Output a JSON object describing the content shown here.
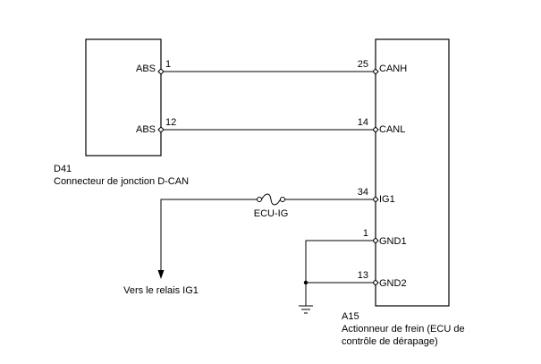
{
  "connector_d41": {
    "code": "D41",
    "name": "Connecteur de jonction D-CAN",
    "pins": [
      {
        "label": "ABS",
        "number": "1"
      },
      {
        "label": "ABS",
        "number": "12"
      }
    ]
  },
  "actuator_a15": {
    "code": "A15",
    "name_line1": "Actionneur de frein (ECU de",
    "name_line2": "contrôle de dérapage)",
    "pins": [
      {
        "label": "CANH",
        "number": "25"
      },
      {
        "label": "CANL",
        "number": "14"
      },
      {
        "label": "IG1",
        "number": "34"
      },
      {
        "label": "GND1",
        "number": "1"
      },
      {
        "label": "GND2",
        "number": "13"
      }
    ]
  },
  "fuse": {
    "label": "ECU-IG"
  },
  "relay": {
    "label": "Vers le relais IG1"
  },
  "colors": {
    "line": "#000000",
    "background": "#ffffff"
  },
  "icons": [
    "ground-symbol-icon",
    "fuse-icon",
    "arrow-down-icon"
  ]
}
